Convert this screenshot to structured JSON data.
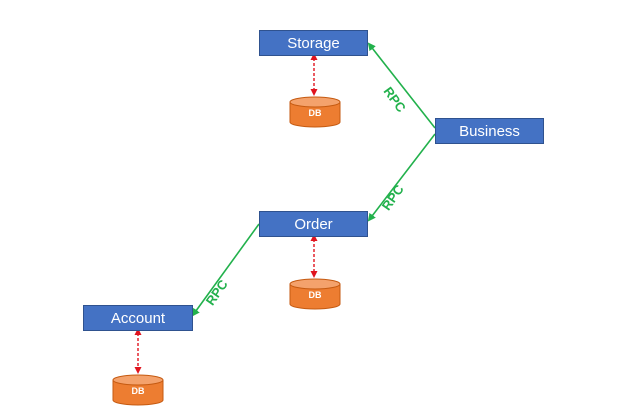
{
  "services": {
    "storage": "Storage",
    "business": "Business",
    "order": "Order",
    "account": "Account"
  },
  "databases": {
    "storage_db": "DB",
    "order_db": "DB",
    "account_db": "DB"
  },
  "connections": {
    "business_to_storage": "RPC",
    "business_to_order": "RPC",
    "order_to_account": "RPC"
  },
  "colors": {
    "service_fill": "#4472c4",
    "db_fill": "#ed7d31",
    "rpc_line": "#22b14c",
    "db_link": "#e0141e"
  }
}
